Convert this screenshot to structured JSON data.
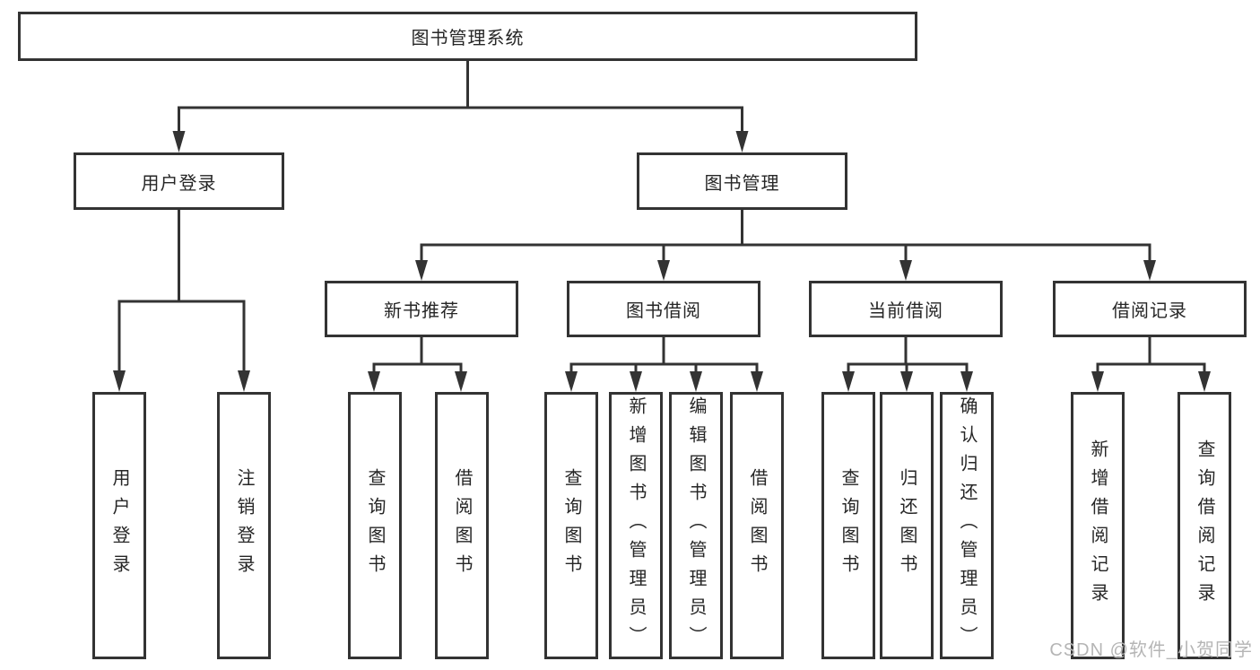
{
  "diagram": {
    "root": {
      "label": "图书管理系统"
    },
    "level2": [
      {
        "label": "用户登录"
      },
      {
        "label": "图书管理"
      }
    ],
    "level3": [
      {
        "label": "新书推荐"
      },
      {
        "label": "图书借阅"
      },
      {
        "label": "当前借阅"
      },
      {
        "label": "借阅记录"
      }
    ],
    "leaves": {
      "user_login": [
        "用户登录",
        "注销登录"
      ],
      "new_book_recommend": [
        "查询图书",
        "借阅图书"
      ],
      "book_borrow": [
        "查询图书",
        "新增图书（管理员）",
        "编辑图书（管理员）",
        "借阅图书"
      ],
      "current_borrow": [
        "查询图书",
        "归还图书",
        "确认归还（管理员）"
      ],
      "borrow_records": [
        "新增借阅记录",
        "查询借阅记录"
      ]
    }
  },
  "watermark": {
    "text": "CSDN @软件_小贺同学"
  },
  "colors": {
    "line": "#333333",
    "box_border": "#333333",
    "text": "#262626",
    "watermark": "#b5b5b5",
    "background": "#ffffff"
  }
}
